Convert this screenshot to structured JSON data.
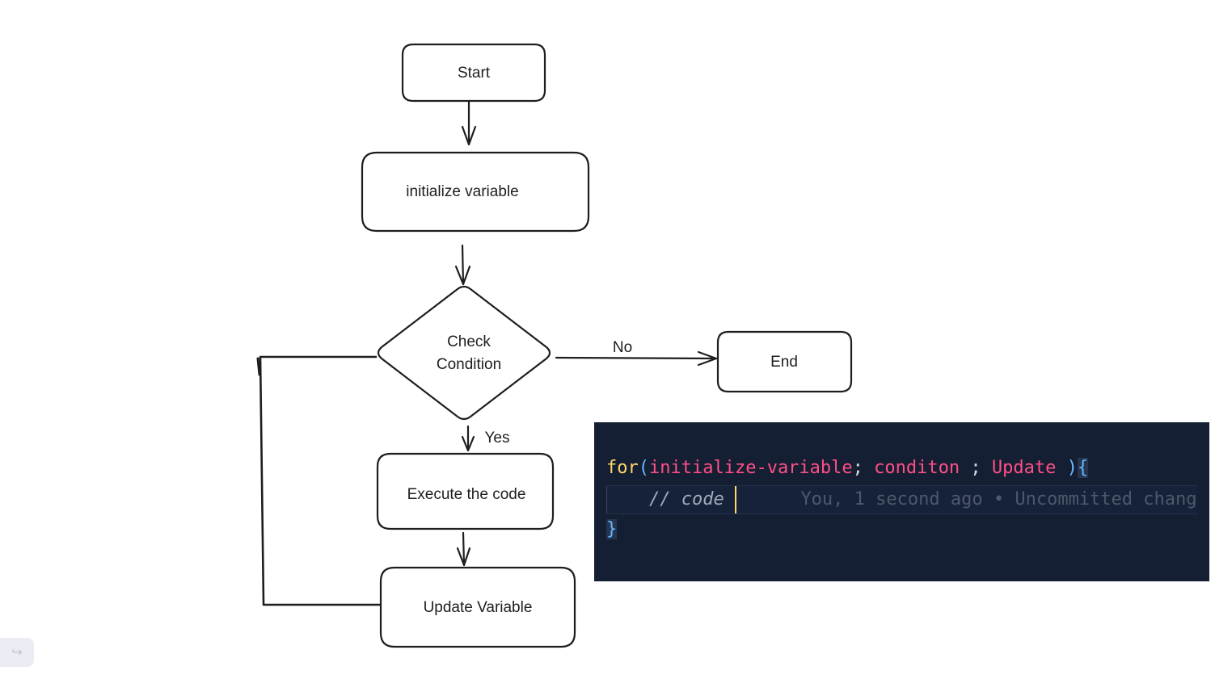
{
  "nodes": {
    "start": "Start",
    "init": "initialize variable",
    "check_line1": "Check",
    "check_line2": "Condition",
    "end": "End",
    "execute": "Execute the code",
    "update": "Update Variable"
  },
  "edges": {
    "no_label": "No",
    "yes_label": "Yes"
  },
  "code": {
    "keyword": "for",
    "open_paren": "(",
    "init": "initialize-variable",
    "semi1": ";",
    "condition": "conditon",
    "semi2": ";",
    "update": "Update",
    "close_paren": ")",
    "open_brace": "{",
    "comment": "// code",
    "blame": "You, 1 second ago • Uncommitted chang",
    "close_brace": "}"
  },
  "toolbar": {
    "undo_icon": "↪"
  },
  "colors": {
    "code_background": "#141f33",
    "keyword": "#ffd76a",
    "paren": "#65b7ff",
    "variable": "#ff4f86"
  }
}
